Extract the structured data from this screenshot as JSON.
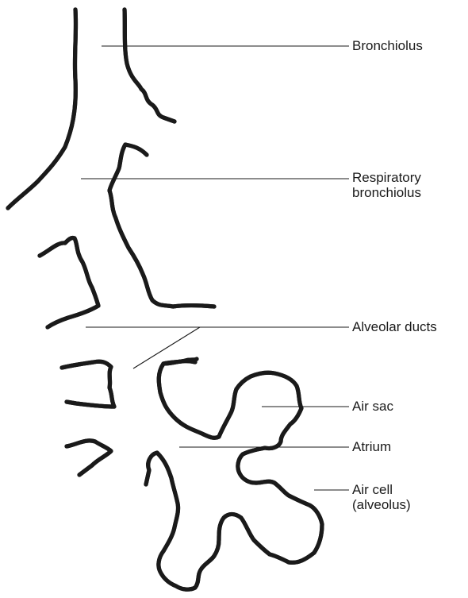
{
  "labels": {
    "bronchiolus": "Bronchiolus",
    "respiratory_line1": "Respiratory",
    "respiratory_line2": "bronchiolus",
    "alveolar_ducts": "Alveolar ducts",
    "air_sac": "Air sac",
    "atrium": "Atrium",
    "air_cell_line1": "Air cell",
    "air_cell_line2": "(alveolus)"
  },
  "colors": {
    "ink": "#1a1a1a",
    "background": "#ffffff"
  }
}
